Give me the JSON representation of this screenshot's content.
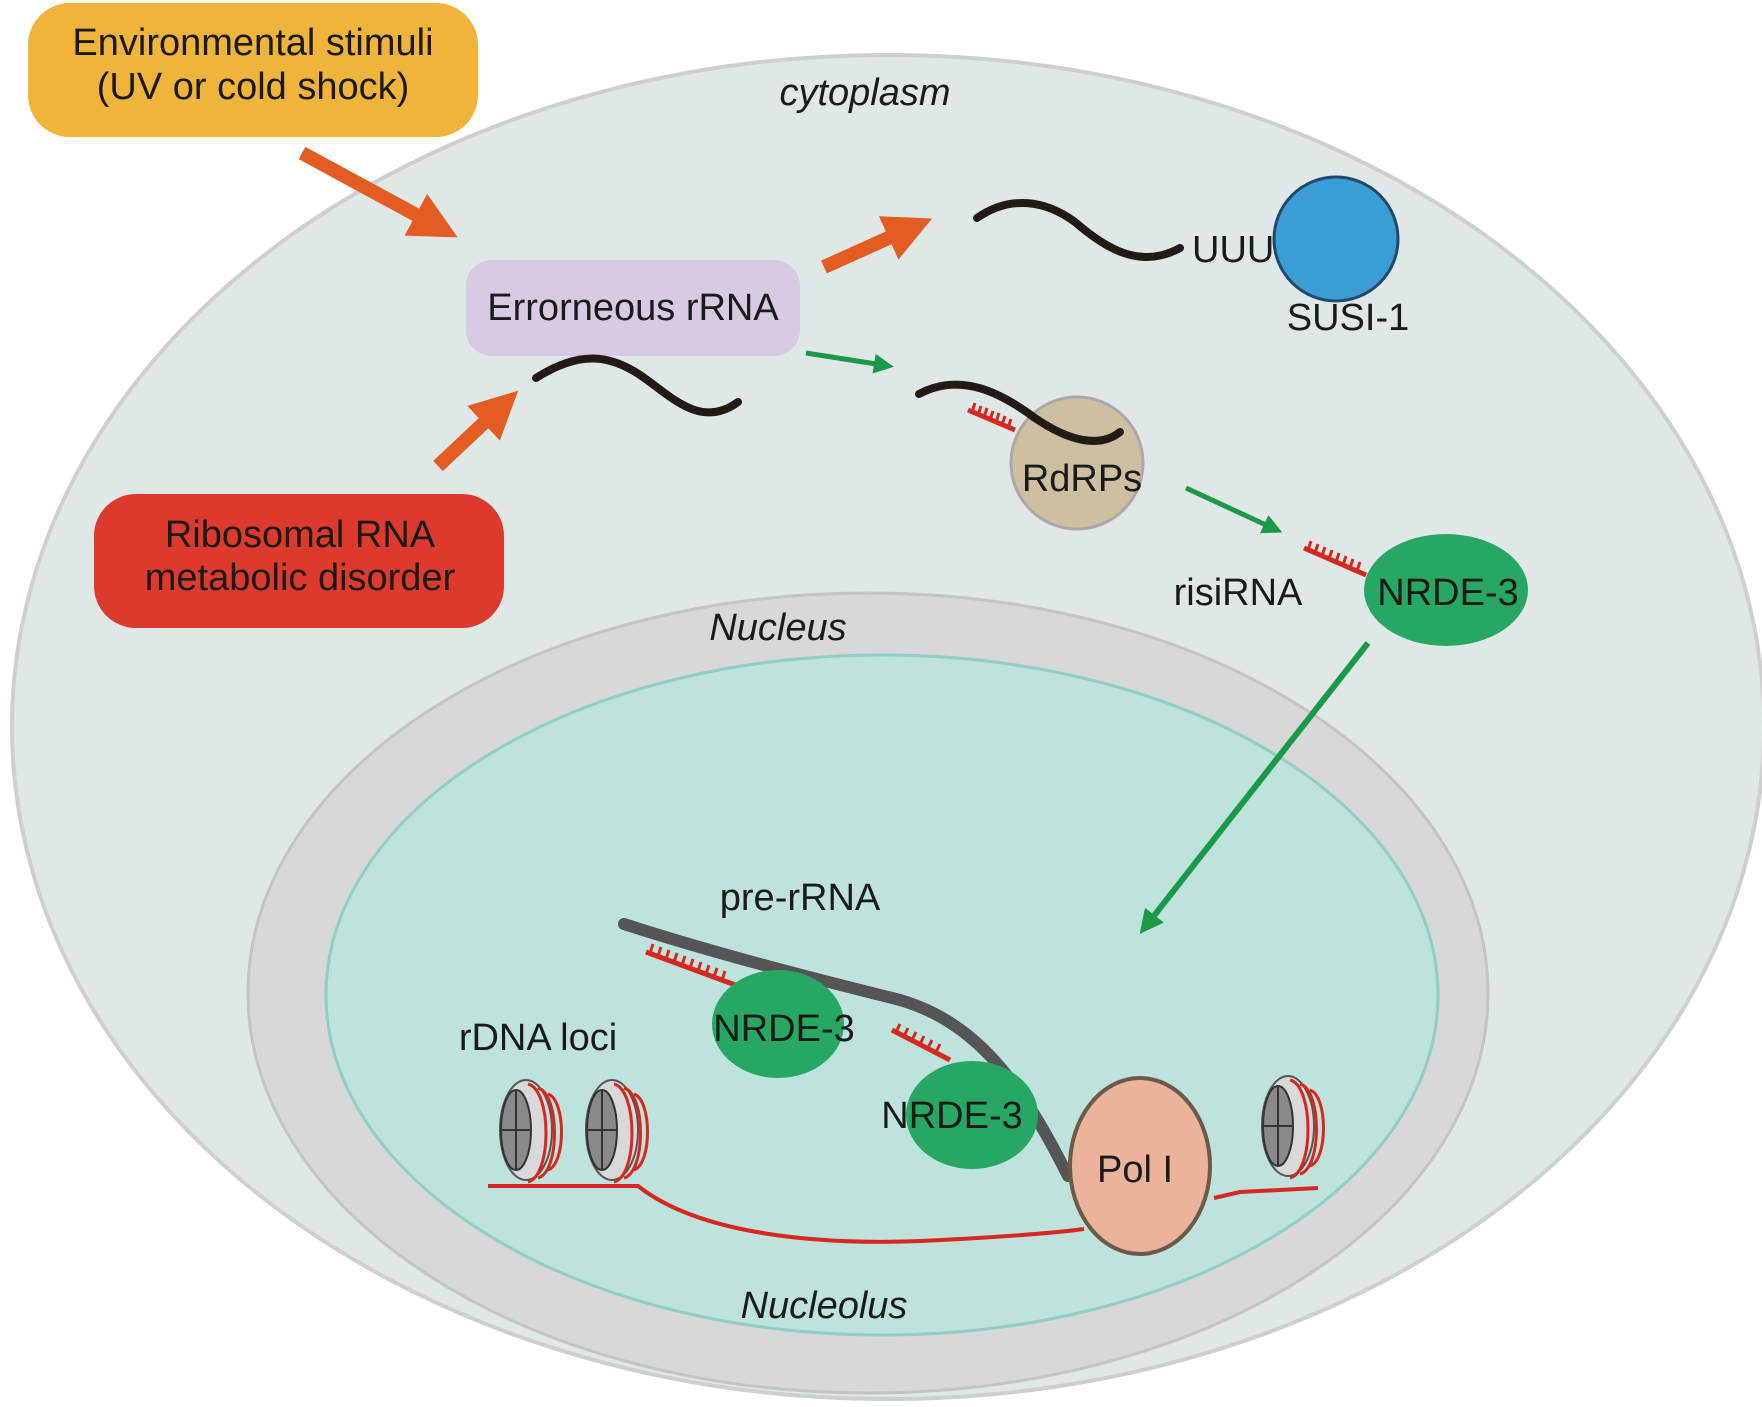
{
  "labels": {
    "env_line1": "Environmental stimuli",
    "env_line2": "(UV or cold shock)",
    "ribo_line1": "Ribosomal RNA",
    "ribo_line2": "metabolic disorder",
    "cytoplasm": "cytoplasm",
    "erroneous": "Errorneous rRNA",
    "uuu": "UUU",
    "susi": "SUSI-1",
    "rdrps": "RdRPs",
    "risirna": "risiRNA",
    "nrde3_cyto": "NRDE-3",
    "nucleus": "Nucleus",
    "pre_rrna": "pre-rRNA",
    "rdna_loci": "rDNA loci",
    "nrde3_a": "NRDE-3",
    "nrde3_b": "NRDE-3",
    "pol1": "Pol I",
    "nucleolus": "Nucleolus"
  },
  "colors": {
    "cell_fill": "#dfe8e6",
    "nucleus_fill": "#d8d8d8",
    "nucleolus_fill": "#bde3dc",
    "env_box": "#f0b43a",
    "ribo_box": "#dc3a2c",
    "erroneous_box": "#d7cbe3",
    "orange_arrow": "#e35d22",
    "green_arrow": "#1a9a47",
    "susi": "#3a9dd4",
    "rdrps": "#cdbf9f",
    "nrde3": "#27a862",
    "pol1": "#eab39a",
    "rna_strand": "#221a14",
    "sirna_red": "#d6281e"
  }
}
